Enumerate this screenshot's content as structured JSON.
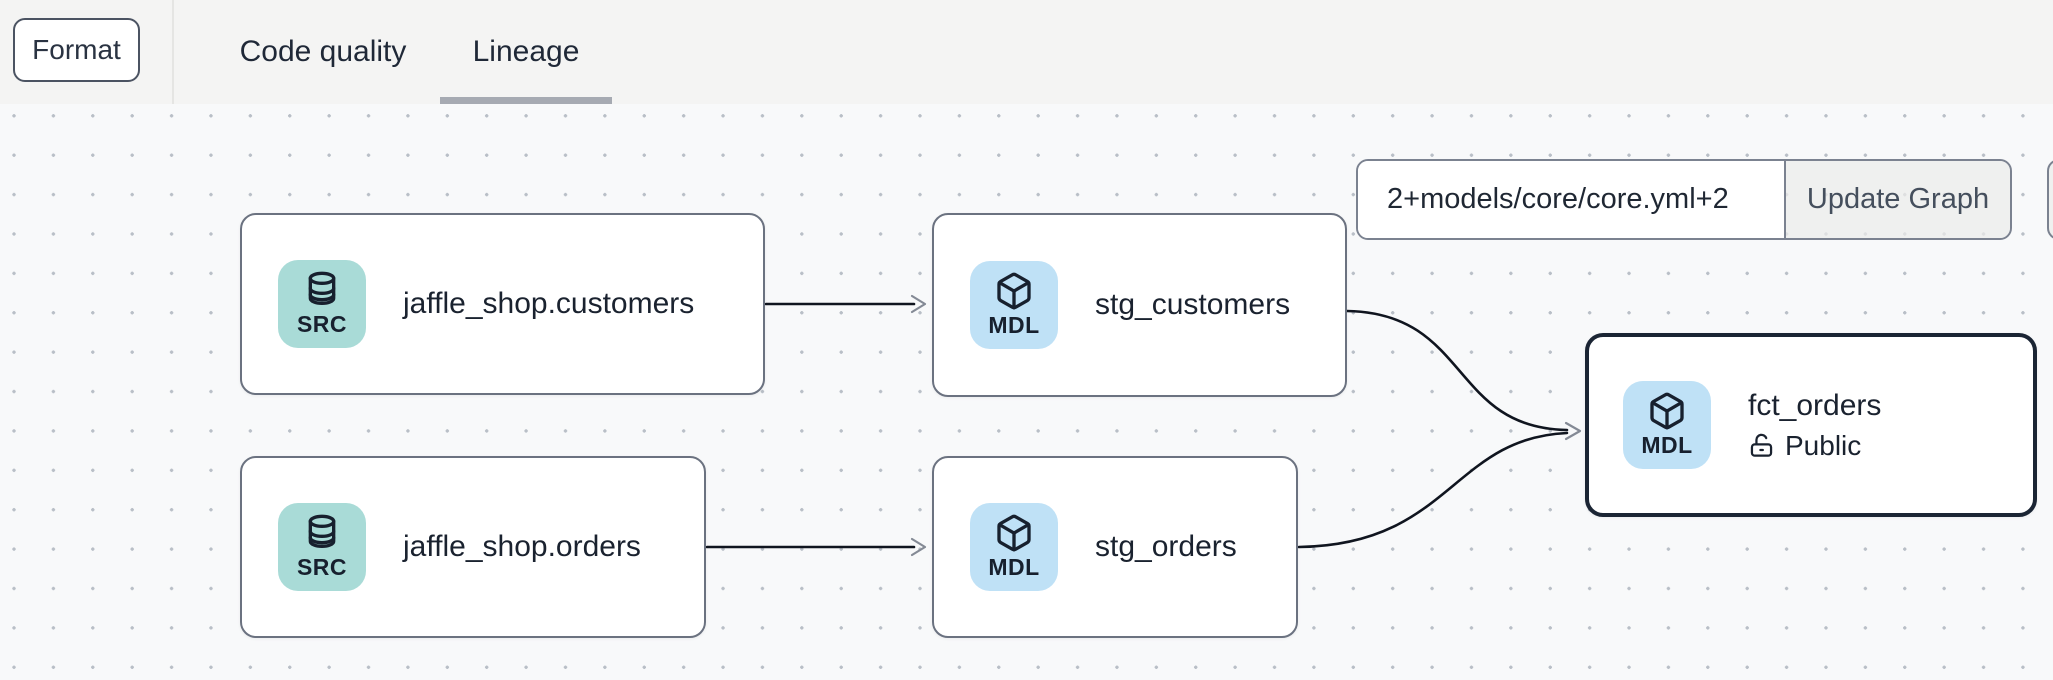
{
  "topbar": {
    "format_button": "Format",
    "tabs": [
      {
        "label": "Code quality",
        "active": false
      },
      {
        "label": "Lineage",
        "active": true
      }
    ]
  },
  "lineage_controls": {
    "selector_input_value": "2+models/core/core.yml+2",
    "update_button_label": "Update Graph"
  },
  "graph": {
    "nodes": [
      {
        "badge": "SRC",
        "type": "source",
        "title": "jaffle_shop.customers"
      },
      {
        "badge": "SRC",
        "type": "source",
        "title": "jaffle_shop.orders"
      },
      {
        "badge": "MDL",
        "type": "model",
        "title": "stg_customers"
      },
      {
        "badge": "MDL",
        "type": "model",
        "title": "stg_orders"
      },
      {
        "badge": "MDL",
        "type": "model",
        "title": "fct_orders",
        "access": "Public",
        "selected": true
      }
    ],
    "edges": [
      {
        "from": "jaffle_shop.customers",
        "to": "stg_customers"
      },
      {
        "from": "jaffle_shop.orders",
        "to": "stg_orders"
      },
      {
        "from": "stg_customers",
        "to": "fct_orders"
      },
      {
        "from": "stg_orders",
        "to": "fct_orders"
      }
    ]
  },
  "icons": {
    "source_badge": "database-icon",
    "model_badge": "cube-icon",
    "public_access": "lock-open-icon"
  },
  "colors": {
    "source_badge_bg": "#a9dbd7",
    "model_badge_bg": "#bfe1f6",
    "node_border": "#6b7280",
    "selected_node_border": "#1b2534",
    "edge": "#10151f",
    "arrowhead": "#848a95",
    "tab_underline": "#a6aab2",
    "topbar_bg": "#f4f4f3",
    "canvas_bg": "#f8f9fa"
  }
}
